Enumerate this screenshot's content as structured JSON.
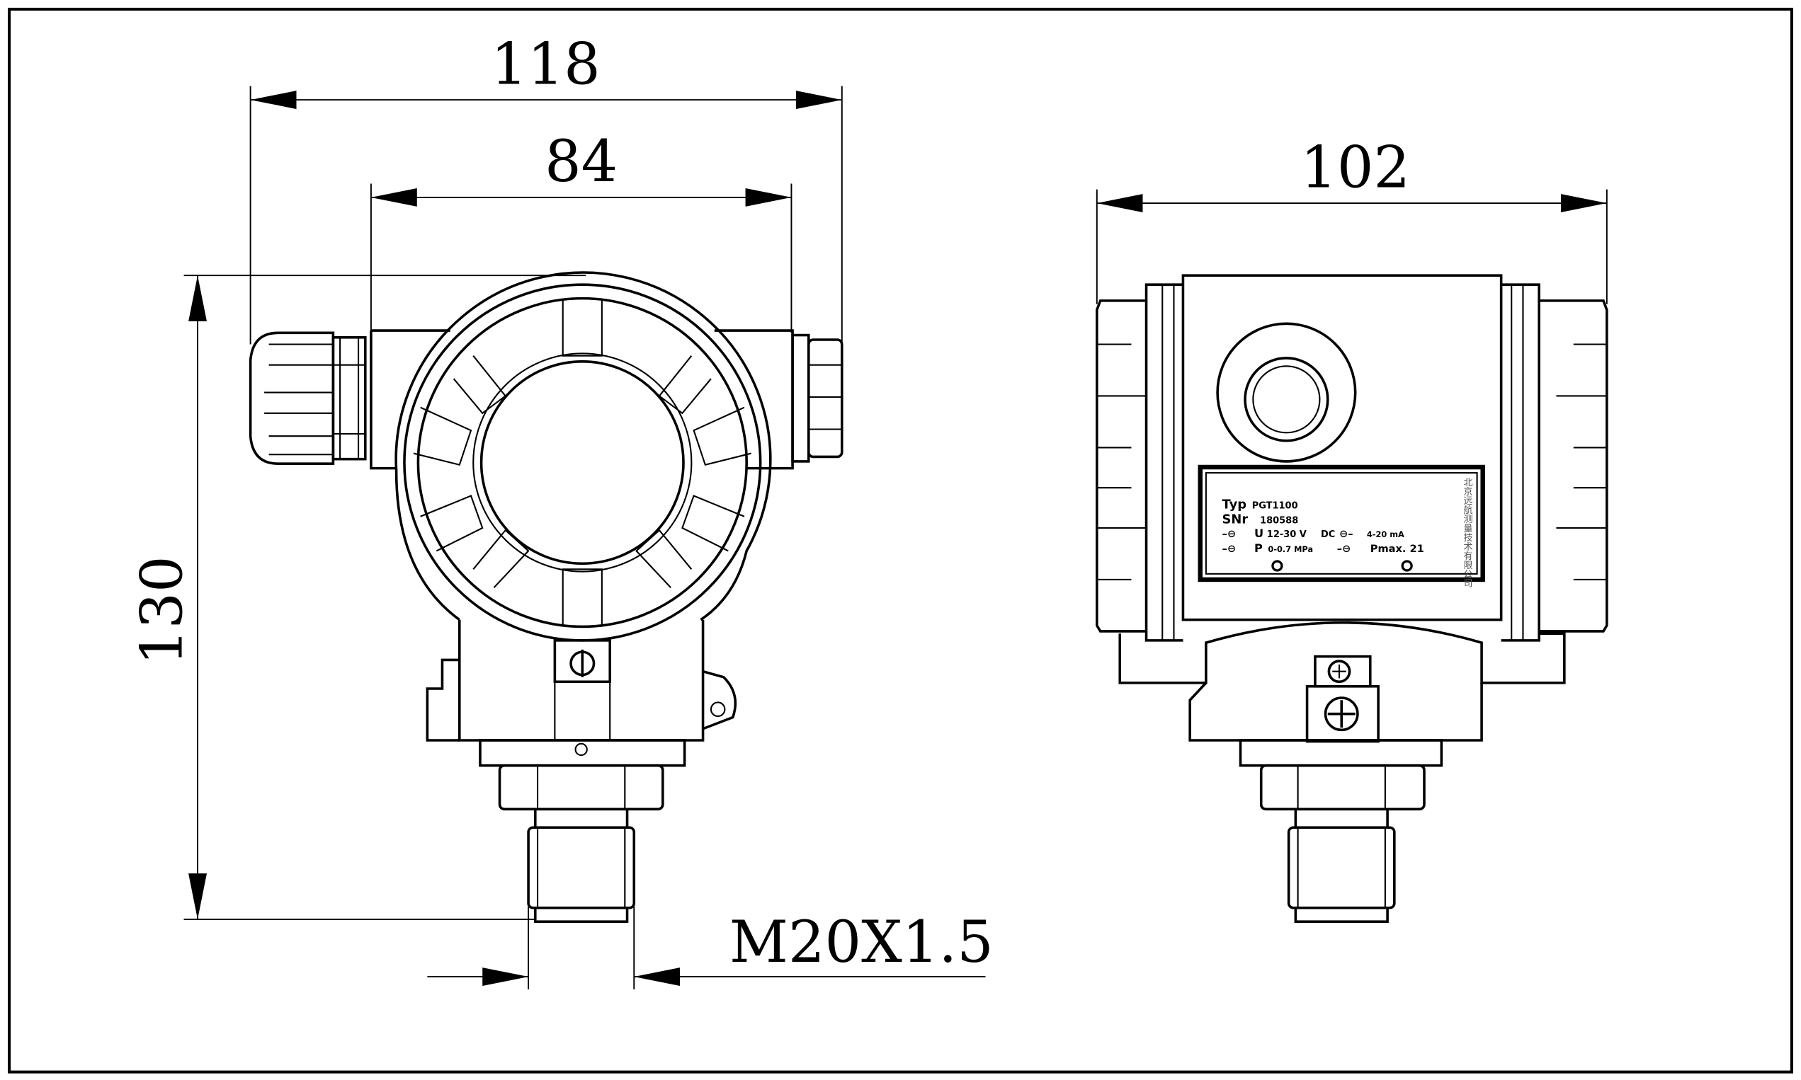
{
  "dimensions": {
    "overall_width": "118",
    "conduit_span": "84",
    "height": "130",
    "side_width": "102",
    "thread": "M20X1.5"
  },
  "nameplate": {
    "type_label": "Typ",
    "type_value": "PGT1100",
    "serial_label": "SNr",
    "serial_value": "180588",
    "voltage_symbol": "U",
    "voltage_value": "12-30 V",
    "voltage_type": "DC",
    "output_value": "4-20 mA",
    "pressure_symbol": "P",
    "pressure_range": "0-0.7 MPa",
    "pmax": "Pmax. 21",
    "manufacturer": "北京远航测量技术有限公司"
  }
}
